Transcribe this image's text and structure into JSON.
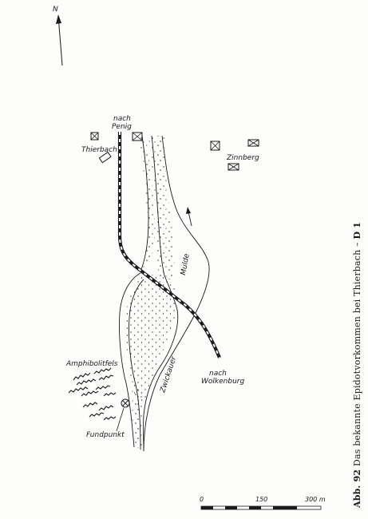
{
  "north_label": "N",
  "places": {
    "penig_line1": "nach",
    "penig_line2": "Penig",
    "thierbach": "Thierbach",
    "zinnberg": "Zinnberg",
    "mulde": "Mulde",
    "zwickauer": "Zwickauer",
    "wolkenburg_line1": "nach",
    "wolkenburg_line2": "Wolkenburg",
    "amphibolitfels": "Amphibolitfels",
    "fundpunkt": "Fundpunkt"
  },
  "scale": {
    "tick_0": "0",
    "tick_150": "150",
    "tick_300": "300 m"
  },
  "caption": {
    "figure": "Abb. 92",
    "text": "Das bekannte Epidotvorkommen bei Thierbach –",
    "code": "D 1"
  }
}
